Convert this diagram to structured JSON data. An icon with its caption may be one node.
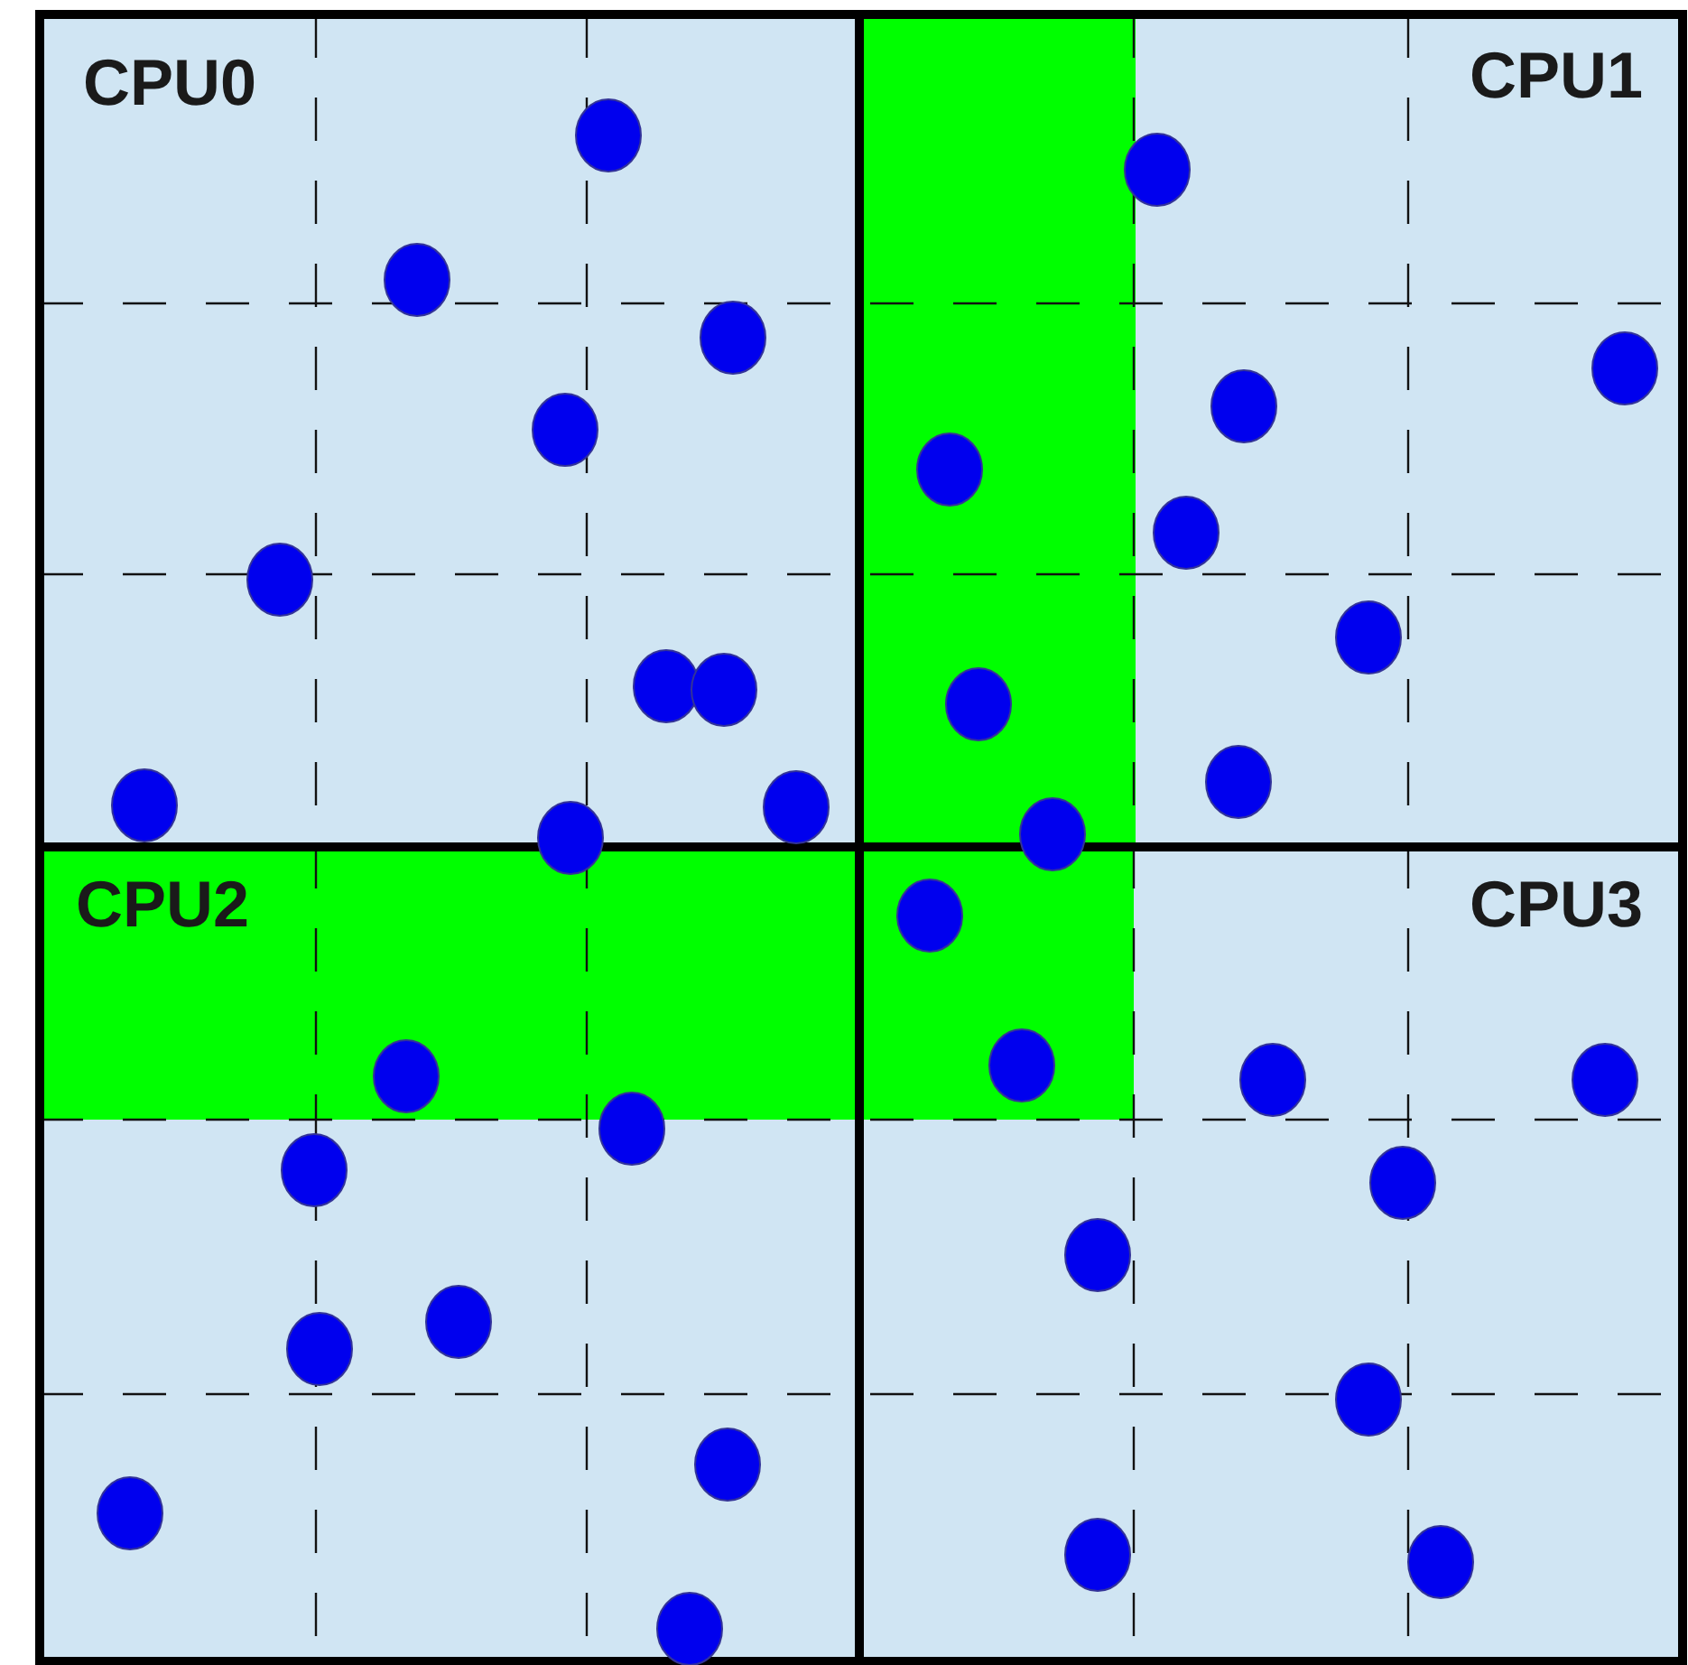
{
  "diagram": {
    "nodes": [
      {
        "text": [
          "CPU0"
        ]
      },
      {
        "text": [
          "CPU1"
        ]
      },
      {
        "text": [
          "CPU2"
        ]
      },
      {
        "text": [
          "CPU3"
        ]
      }
    ]
  }
}
